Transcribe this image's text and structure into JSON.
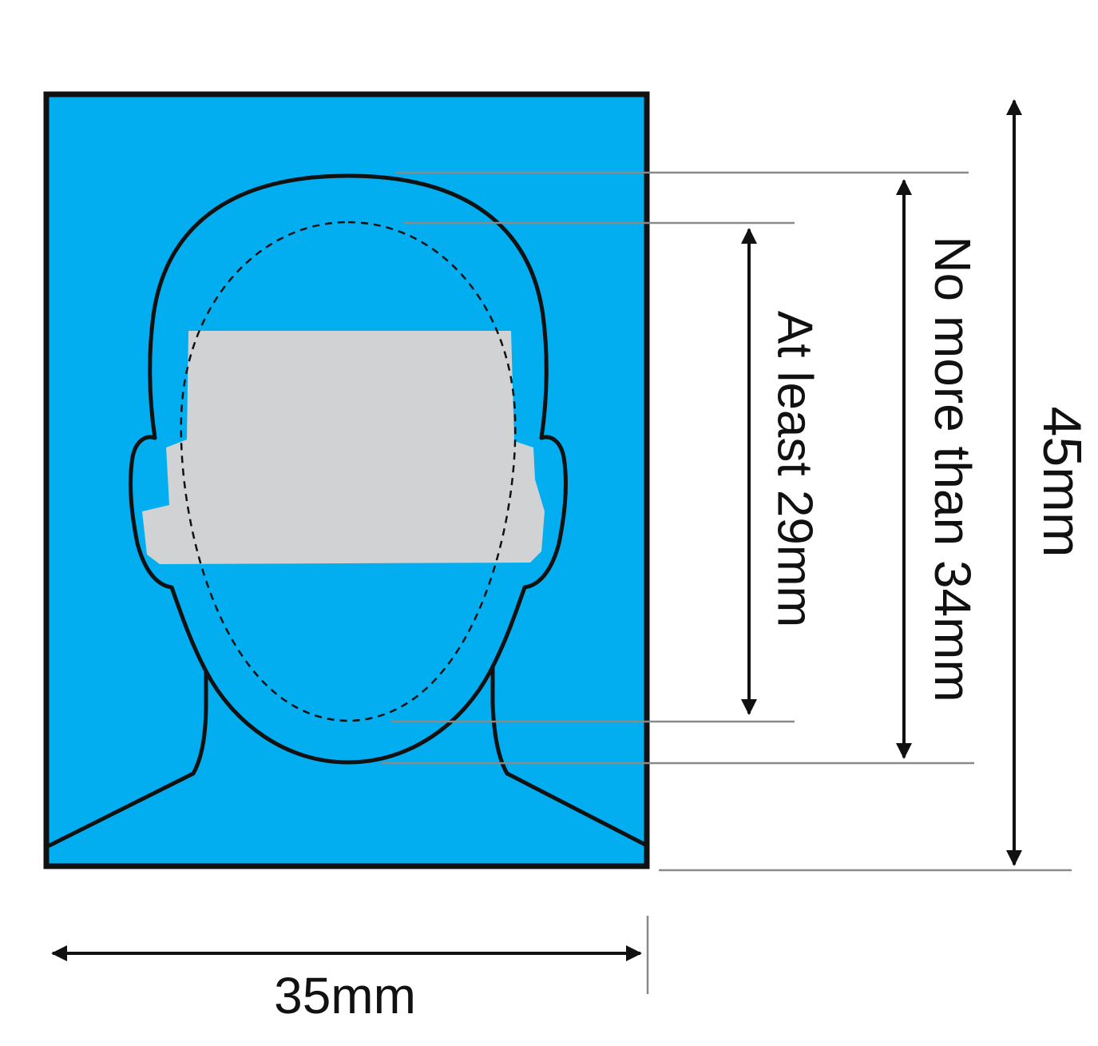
{
  "diagram": {
    "labels": {
      "width": "35mm",
      "height": "45mm",
      "head_max": "No more than 34mm",
      "face_min": "At least 29mm"
    },
    "colors": {
      "background": "#02aeef",
      "eye_band": "#d1d2d4",
      "outline": "#111111",
      "guide_line": "#8a8a8a"
    }
  }
}
